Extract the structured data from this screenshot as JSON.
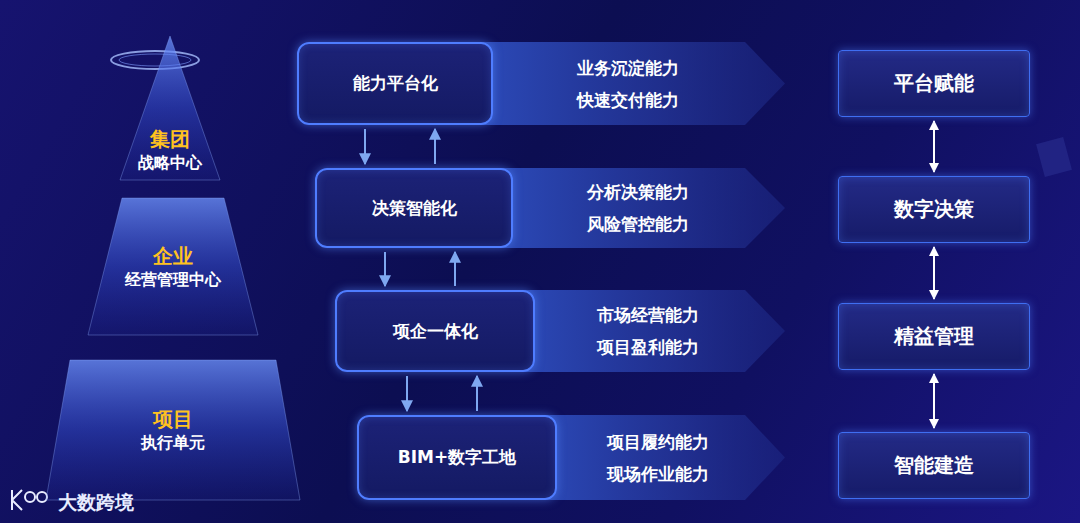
{
  "diagram": {
    "nodes": [
      {
        "text": [
          "集团",
          "战略中心"
        ]
      },
      {
        "text": [
          "企业",
          "经营管理中心"
        ]
      },
      {
        "text": [
          "项目",
          "执行单元"
        ]
      },
      {
        "text": [
          "能力平台化"
        ]
      },
      {
        "text": [
          "决策智能化"
        ]
      },
      {
        "text": [
          "项企一体化"
        ]
      },
      {
        "text": [
          "BIM+数字工地"
        ]
      },
      {
        "text": [
          "业务沉淀能力",
          "快速交付能力"
        ]
      },
      {
        "text": [
          "分析决策能力",
          "风险管控能力"
        ]
      },
      {
        "text": [
          "市场经营能力",
          "项目盈利能力"
        ]
      },
      {
        "text": [
          "项目履约能力",
          "现场作业能力"
        ]
      },
      {
        "text": [
          "平台赋能"
        ]
      },
      {
        "text": [
          "数字决策"
        ]
      },
      {
        "text": [
          "精益管理"
        ]
      },
      {
        "text": [
          "智能建造"
        ]
      }
    ],
    "edges": [
      {
        "from": 3,
        "to": 4,
        "arrow": "to"
      },
      {
        "from": 4,
        "to": 3,
        "arrow": "to"
      },
      {
        "from": 4,
        "to": 5,
        "arrow": "to"
      },
      {
        "from": 5,
        "to": 4,
        "arrow": "to"
      },
      {
        "from": 5,
        "to": 6,
        "arrow": "to"
      },
      {
        "from": 6,
        "to": 5,
        "arrow": "to"
      },
      {
        "from": 11,
        "to": 12,
        "arrow": "both"
      },
      {
        "from": 12,
        "to": 13,
        "arrow": "both"
      },
      {
        "from": 13,
        "to": 14,
        "arrow": "both"
      }
    ],
    "labels": [
      "大数跨境"
    ]
  }
}
